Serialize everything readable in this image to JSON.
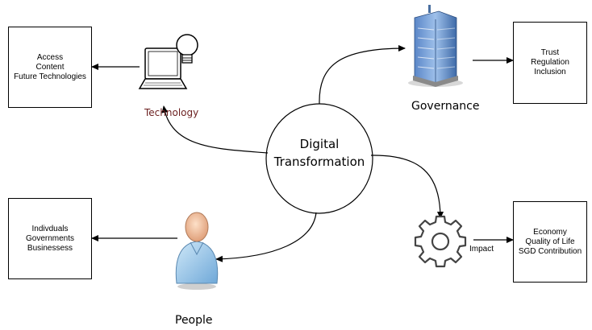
{
  "center": {
    "line1": "Digital",
    "line2": "Transformation"
  },
  "nodes": {
    "technology": {
      "label": "Technology",
      "icon": "laptop-lightbulb-icon",
      "label_color": "#6b1f1f"
    },
    "governance": {
      "label": "Governance",
      "icon": "office-building-icon"
    },
    "people": {
      "label": "People",
      "icon": "person-icon"
    },
    "impact": {
      "label": "Impact",
      "icon": "gear-icon"
    }
  },
  "boxes": {
    "technology": {
      "lines": [
        "Access",
        "Content",
        "Future Technologies"
      ]
    },
    "governance": {
      "lines": [
        "Trust",
        "Regulation",
        "Inclusion"
      ]
    },
    "people": {
      "lines": [
        "Indivduals",
        "Governments",
        "Businessess"
      ]
    },
    "impact": {
      "lines": [
        "Economy",
        "Quality of Life",
        "SGD Contribution"
      ]
    }
  }
}
